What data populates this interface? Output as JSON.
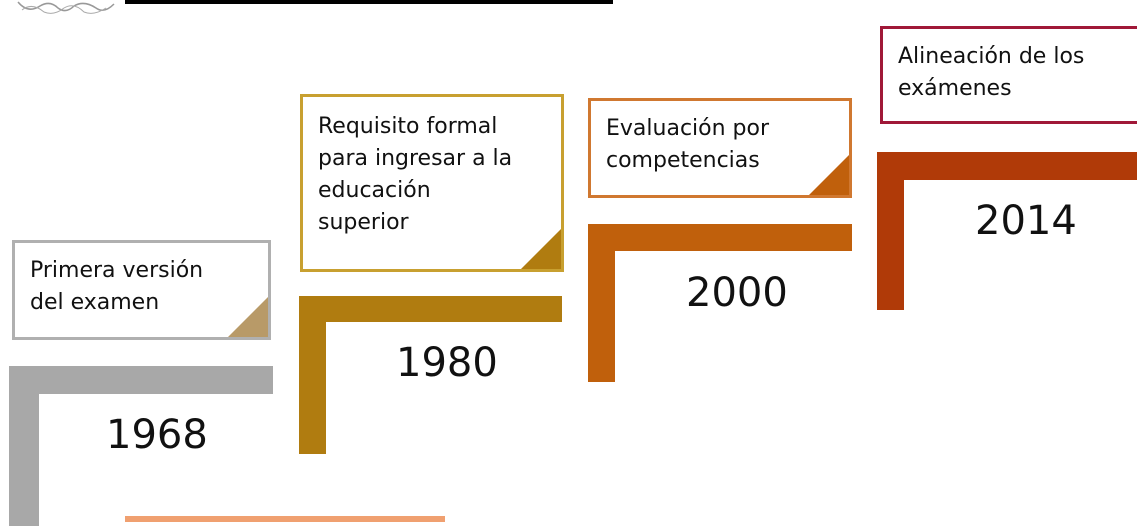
{
  "milestones": [
    {
      "year": "1968",
      "label_lines": [
        "Primera versión",
        "del examen"
      ],
      "color": "#a8a8a8",
      "corner_color": "#b89a68"
    },
    {
      "year": "1980",
      "label_lines": [
        "Requisito formal",
        "para ingresar a la",
        "educación",
        "superior"
      ],
      "color": "#b07c10",
      "corner_color": "#b07c10"
    },
    {
      "year": "2000",
      "label_lines": [
        "Evaluación por",
        "competencias"
      ],
      "color": "#c0600c",
      "corner_color": "#c0600c"
    },
    {
      "year": "2014",
      "label_lines": [
        "Alineación de los",
        "exámenes"
      ],
      "color": "#b03a08",
      "border_color": "#a01838"
    }
  ],
  "colors": {
    "top_bar": "#000000",
    "bottom_bar": "#f0a070"
  },
  "icons": {
    "logo": "ornamental-logo-icon"
  }
}
